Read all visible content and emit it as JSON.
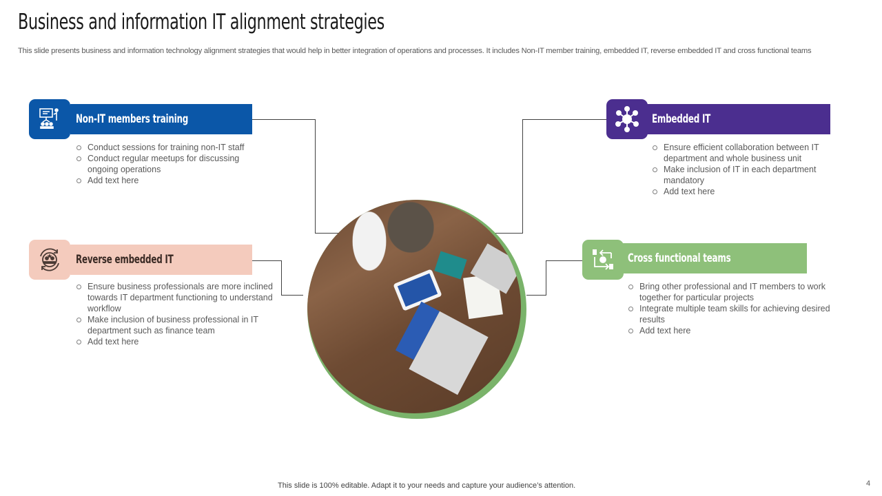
{
  "header": {
    "title": "Business and information IT alignment strategies",
    "subtitle": "This slide presents business and information technology alignment strategies that would help in better integration of operations and processes. It includes Non-IT member training, embedded IT, reverse embedded IT and cross functional teams"
  },
  "colors": {
    "blue": "#0b57a8",
    "purple": "#4b2e8f",
    "peach": "#f4cbbd",
    "green": "#8ec07a",
    "connector": "#404040",
    "photo_ring": "#7ab36a"
  },
  "sections": [
    {
      "id": "non-it",
      "title": "Non-IT members training",
      "icon": "presentation-training-icon",
      "points": [
        "Conduct sessions for training non-IT  staff",
        "Conduct regular  meetups for discussing ongoing  operations",
        "Add text here"
      ]
    },
    {
      "id": "embedded",
      "title": "Embedded  IT",
      "icon": "network-hub-icon",
      "points": [
        "Ensure efficient collaboration between IT department and whole business unit",
        "Make inclusion of IT in each department mandatory",
        "Add text here"
      ]
    },
    {
      "id": "reverse",
      "title": "Reverse  embedded  IT",
      "icon": "team-cycle-icon",
      "points": [
        "Ensure business professionals are more inclined towards IT department functioning to understand workflow",
        "Make inclusion of business professional  in IT department  such as finance team",
        "Add text here"
      ]
    },
    {
      "id": "cross",
      "title": "Cross functional  teams",
      "icon": "workflow-gear-icon",
      "points": [
        "Bring other professional  and IT  members to work together for particular  projects",
        "Integrate  multiple team skills for achieving desired results",
        "Add text here"
      ]
    }
  ],
  "center_image": {
    "icon": "team-meeting-photo"
  },
  "footer": {
    "note": "This slide is 100% editable. Adapt it to your needs and capture your audience’s attention.",
    "page_number": "4"
  }
}
